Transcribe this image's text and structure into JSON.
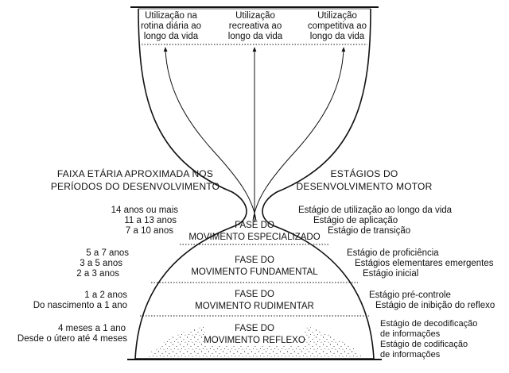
{
  "top_uses": [
    [
      "Utilização na",
      "rotina diária ao",
      "longo da vida"
    ],
    [
      "Utilização",
      "recreativa ao",
      "longo da vida"
    ],
    [
      "Utilização",
      "competitiva ao",
      "longo da vida"
    ]
  ],
  "left_heading": [
    "FAIXA ETÁRIA APROXIMADA NOS",
    "PERÍODOS DO DESENVOLVIMENTO"
  ],
  "right_heading": [
    "ESTÁGIOS DO",
    "DESENVOLVIMENTO MOTOR"
  ],
  "phases": [
    [
      "FASE DO",
      "MOVIMENTO ESPECIALIZADO"
    ],
    [
      "FASE DO",
      "MOVIMENTO FUNDAMENTAL"
    ],
    [
      "FASE DO",
      "MOVIMENTO RUDIMENTAR"
    ],
    [
      "FASE DO",
      "MOVIMENTO REFLEXO"
    ]
  ],
  "ages": [
    [
      "14 anos ou mais",
      "11 a 13 anos",
      "7 a 10 anos"
    ],
    [
      "5 a 7 anos",
      "3 a 5 anos",
      "2 a 3 anos"
    ],
    [
      "1 a 2 anos",
      "Do nascimento a 1 ano"
    ],
    [
      "4 meses a 1 ano",
      "Desde o útero até 4 meses"
    ]
  ],
  "stages": [
    [
      "Estágio de utilização ao longo da vida",
      "Estágio de aplicação",
      "Estágio de transição"
    ],
    [
      "Estágio de proficiência",
      "Estágios elementares emergentes",
      "Estágio inicial"
    ],
    [
      "Estágio pré-controle",
      "Estágio de inibição do reflexo"
    ],
    [
      "Estágio de decodificação",
      "de informações",
      "Estágio de codificação",
      "de informações"
    ]
  ]
}
